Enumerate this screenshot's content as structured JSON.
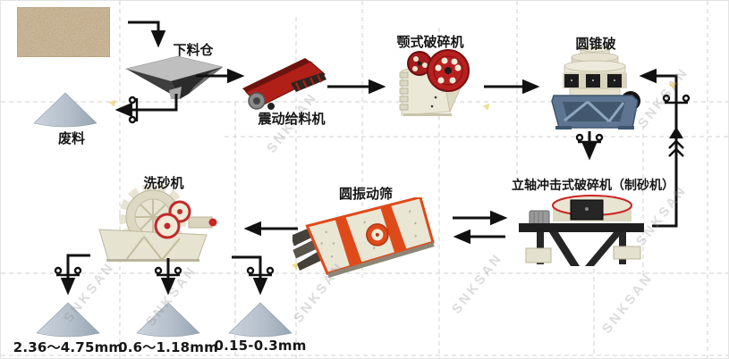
{
  "diagram_title_implicit": "sand production line flow",
  "labels": {
    "hopper": "下料仓",
    "waste_pile": "废料",
    "vibrating_feeder": "震动给料机",
    "jaw_crusher": "颚式破碎机",
    "cone_crusher": "圆锥破",
    "sand_maker": "立轴冲击式破碎机（制砂机）",
    "vibrating_screen": "圆振动筛",
    "sand_washer": "洗砂机"
  },
  "product_piles": [
    {
      "size_range": "2.36～4.75mm"
    },
    {
      "size_range": "0.6～1.18mm"
    },
    {
      "size_range": "0.15-0.3mm"
    }
  ],
  "watermark_text": "SNKSAN",
  "edges": [
    {
      "from": "raw-material-photo",
      "to": "hopper"
    },
    {
      "from": "hopper",
      "to": "vibrating-feeder"
    },
    {
      "from": "hopper",
      "to": "waste-pile",
      "via": "gate-valve"
    },
    {
      "from": "vibrating-feeder",
      "to": "jaw-crusher"
    },
    {
      "from": "jaw-crusher",
      "to": "cone-crusher"
    },
    {
      "from": "cone-crusher",
      "to": "sand-maker",
      "via": "gate-valve"
    },
    {
      "from": "sand-maker",
      "to": "cone-crusher",
      "via": "return-line-gate-valve"
    },
    {
      "from": "vibrating-screen",
      "to": "sand-maker"
    },
    {
      "from": "sand-maker",
      "to": "vibrating-screen"
    },
    {
      "from": "vibrating-screen",
      "to": "sand-washer"
    },
    {
      "from": "sand-washer",
      "to": "pile-2.36-4.75mm",
      "via": "gate-valve"
    },
    {
      "from": "sand-washer",
      "to": "pile-0.6-1.18mm",
      "via": "gate-valve"
    },
    {
      "from": "sand-washer",
      "to": "pile-0.15-0.3mm",
      "via": "gate-valve"
    }
  ],
  "colors": {
    "machine_red": "#b32020",
    "screen_orange": "#df4a1a",
    "steel_blue": "#5d7590",
    "cream": "#e9e6d4",
    "pile_fill": "#b9c3ce",
    "line_black": "#141414",
    "grid_dash": "#d0d0d0",
    "sand_tan": "#c9af87"
  }
}
